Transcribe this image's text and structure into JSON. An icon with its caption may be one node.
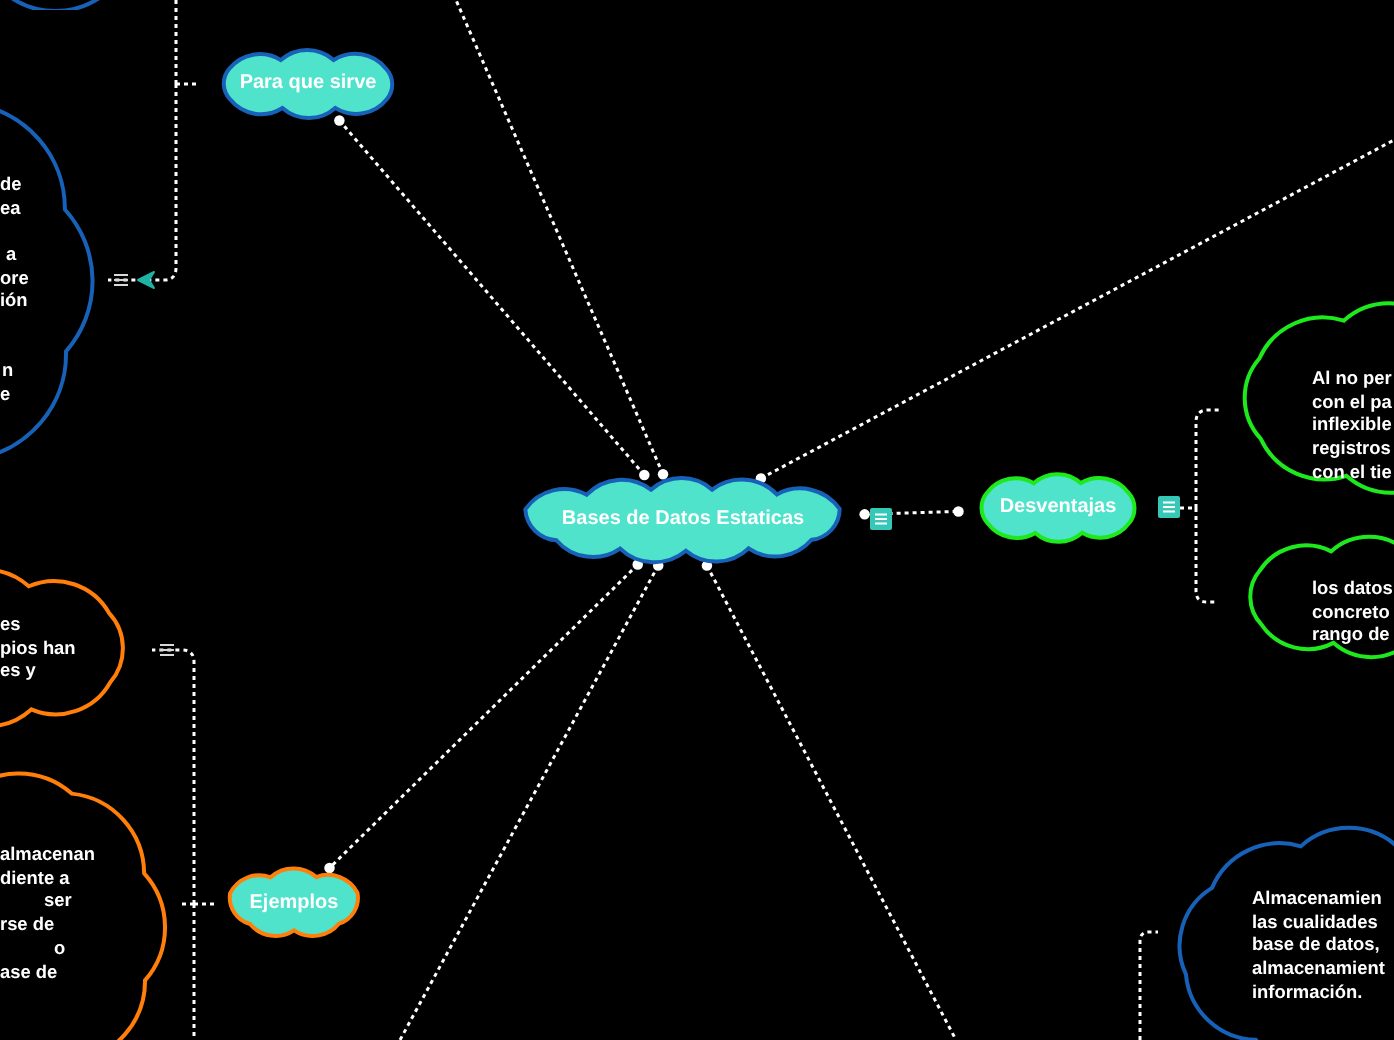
{
  "diagram": {
    "nodes": [
      {
        "text": [
          "Bases de Datos Estaticas"
        ]
      },
      {
        "text": [
          "Para que sirve"
        ]
      },
      {
        "text": [],
        "shape": "cloud"
      },
      {
        "text": [
          "de ea",
          "a ore ión",
          "n e"
        ]
      },
      {
        "text": [
          "Desventajas"
        ]
      },
      {
        "text": [
          "Al no per con el pa inflexible registros con el tie"
        ]
      },
      {
        "text": [
          "los datos concreto rango de"
        ]
      },
      {
        "text": [
          "Ejemplos"
        ]
      },
      {
        "text": [
          "es pios han es y"
        ]
      },
      {
        "text": [
          "almacenan diente a ser rse de o ase de"
        ]
      },
      {
        "text": [
          "Almacenamien las cualidades base de datos, almacenamient información."
        ]
      }
    ],
    "edges": [
      {
        "from": 0,
        "to": 1,
        "arrow": "other"
      },
      {
        "from": 0,
        "to": null,
        "arrow": "other"
      },
      {
        "from": 0,
        "to": null,
        "arrow": "other"
      },
      {
        "from": 0,
        "to": 4,
        "arrow": "other"
      },
      {
        "from": 0,
        "to": 7,
        "arrow": "other"
      },
      {
        "from": 0,
        "to": null,
        "arrow": "other"
      },
      {
        "from": 0,
        "to": null,
        "arrow": "other"
      },
      {
        "from": 1,
        "to": null,
        "arrow": "none"
      },
      {
        "from": 1,
        "to": 3,
        "arrow": "to"
      },
      {
        "from": 4,
        "to": 5,
        "arrow": "none"
      },
      {
        "from": 4,
        "to": 6,
        "arrow": "none"
      },
      {
        "from": 7,
        "to": 8,
        "arrow": "none"
      },
      {
        "from": 7,
        "to": 9,
        "arrow": "none"
      },
      {
        "from": 7,
        "to": null,
        "arrow": "none"
      },
      {
        "from": null,
        "to": 10,
        "arrow": "none"
      }
    ]
  }
}
